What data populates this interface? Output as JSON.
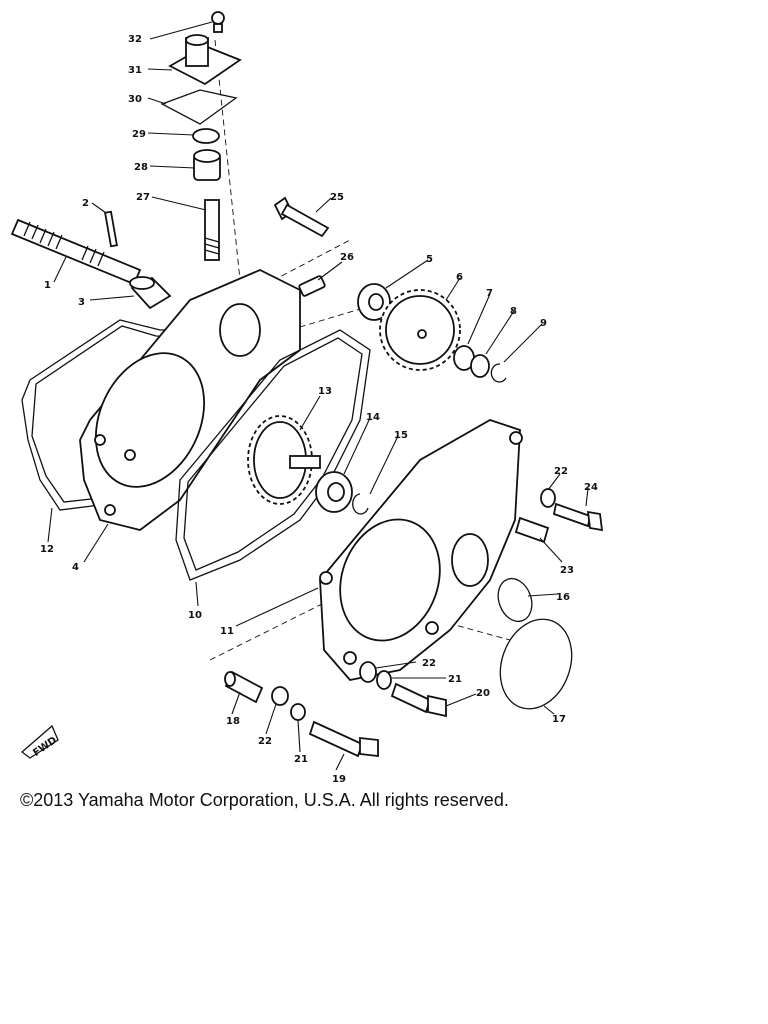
{
  "copyright": "©2013 Yamaha Motor Corporation, U.S.A. All rights reserved.",
  "fwd_label": "FWD",
  "callouts": [
    {
      "id": "c32",
      "text": "32"
    },
    {
      "id": "c31",
      "text": "31"
    },
    {
      "id": "c30",
      "text": "30"
    },
    {
      "id": "c29",
      "text": "29"
    },
    {
      "id": "c28",
      "text": "28"
    },
    {
      "id": "c27",
      "text": "27"
    },
    {
      "id": "c2",
      "text": "2"
    },
    {
      "id": "c1",
      "text": "1"
    },
    {
      "id": "c3",
      "text": "3"
    },
    {
      "id": "c25",
      "text": "25"
    },
    {
      "id": "c26",
      "text": "26"
    },
    {
      "id": "c5",
      "text": "5"
    },
    {
      "id": "c6",
      "text": "6"
    },
    {
      "id": "c7",
      "text": "7"
    },
    {
      "id": "c8",
      "text": "8"
    },
    {
      "id": "c9",
      "text": "9"
    },
    {
      "id": "c13",
      "text": "13"
    },
    {
      "id": "c14",
      "text": "14"
    },
    {
      "id": "c15",
      "text": "15"
    },
    {
      "id": "c12",
      "text": "12"
    },
    {
      "id": "c4",
      "text": "4"
    },
    {
      "id": "c10",
      "text": "10"
    },
    {
      "id": "c11",
      "text": "11"
    },
    {
      "id": "c22a",
      "text": "22"
    },
    {
      "id": "c24",
      "text": "24"
    },
    {
      "id": "c23",
      "text": "23"
    },
    {
      "id": "c16",
      "text": "16"
    },
    {
      "id": "c22b",
      "text": "22"
    },
    {
      "id": "c21a",
      "text": "21"
    },
    {
      "id": "c20",
      "text": "20"
    },
    {
      "id": "c17",
      "text": "17"
    },
    {
      "id": "c18",
      "text": "18"
    },
    {
      "id": "c22c",
      "text": "22"
    },
    {
      "id": "c21b",
      "text": "21"
    },
    {
      "id": "c19",
      "text": "19"
    }
  ]
}
